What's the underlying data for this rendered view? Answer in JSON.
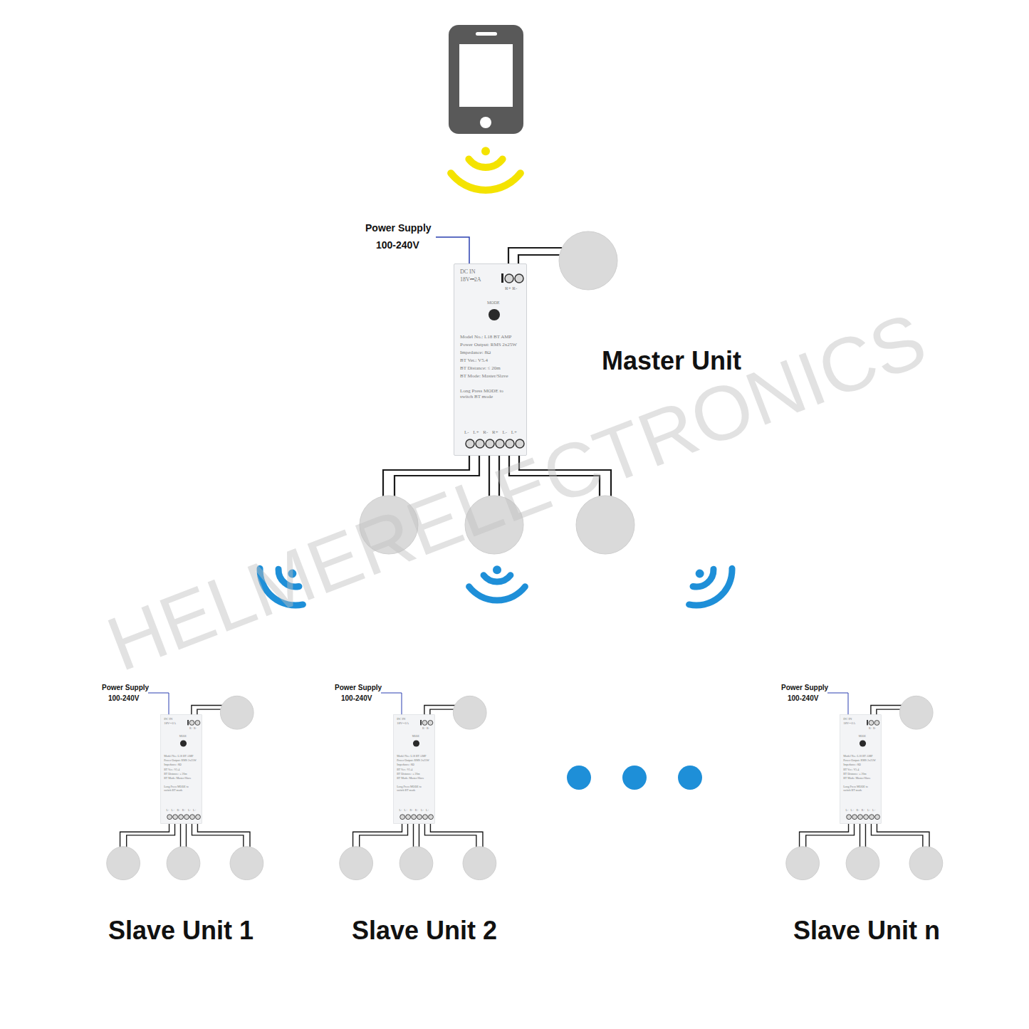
{
  "diagram": {
    "nodes": [
      {
        "text": [
          "Master Unit",
          "DC IN",
          "18V⎓2A",
          "R+ R-",
          "MODE",
          "Model No.: L18 BT AMP",
          "Power Output: RMS 2x25W",
          "Impedance: 8Ω",
          "BT Ver.: V5.4",
          "BT Distance: ≤ 20m",
          "BT Mode: Master/Slave",
          "Long Press MODE to switch BT mode",
          "L- L+ R- R+ L- L+"
        ]
      },
      {
        "text": [
          "Slave Unit 1",
          "DC IN",
          "18V⎓2A",
          "R+ R-",
          "MODE",
          "Model No.: L18 BT AMP",
          "Power Output: RMS 2x25W",
          "Impedance: 8Ω",
          "BT Ver.: V5.4",
          "BT Distance: ≤ 20m",
          "BT Mode: Master/Slave",
          "Long Press MODE to switch BT mode",
          "L- L+ R- R+ L- L+"
        ]
      },
      {
        "text": [
          "Slave Unit 2",
          "DC IN",
          "18V⎓2A",
          "R+ R-",
          "MODE",
          "Model No.: L18 BT AMP",
          "Power Output: RMS 2x25W",
          "Impedance: 8Ω",
          "BT Ver.: V5.4",
          "BT Distance: ≤ 20m",
          "BT Mode: Master/Slave",
          "Long Press MODE to switch BT mode",
          "L- L+ R- R+ L- L+"
        ]
      },
      {
        "text": [
          "Slave Unit n",
          "DC IN",
          "18V⎓2A",
          "R+ R-",
          "MODE",
          "Model No.: L18 BT AMP",
          "Power Output: RMS 2x25W",
          "Impedance: 8Ω",
          "BT Ver.: V5.4",
          "BT Distance: ≤ 20m",
          "BT Mode: Master/Slave",
          "Long Press MODE to switch BT mode",
          "L- L+ R- R+ L- L+"
        ]
      }
    ],
    "labels": [
      "Power Supply",
      "100-240V",
      "Power Supply",
      "100-240V",
      "Power Supply",
      "100-240V",
      "Power Supply",
      "100-240V",
      "HELMERELECTRONICS"
    ]
  }
}
